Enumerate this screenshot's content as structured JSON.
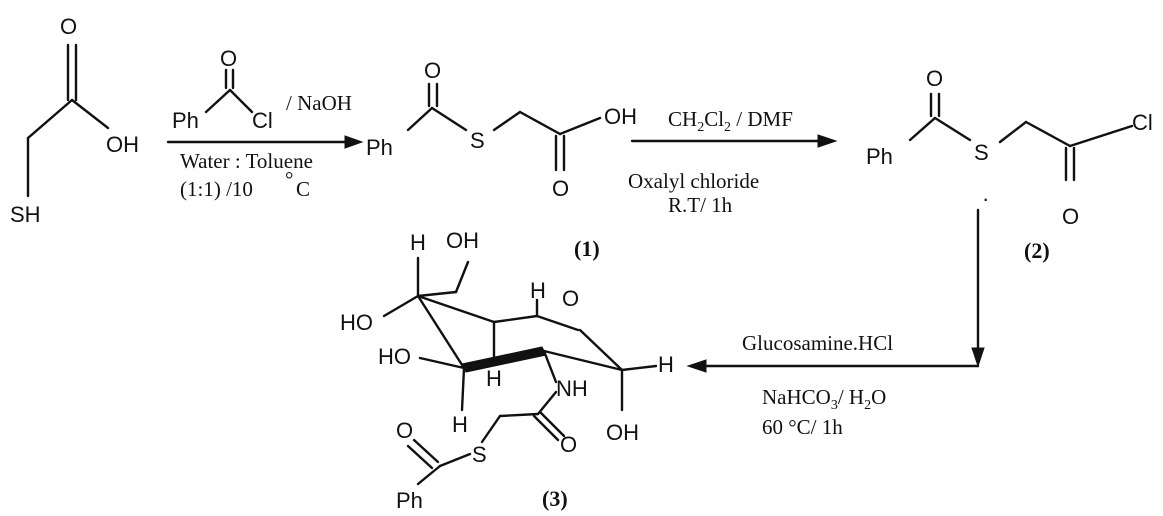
{
  "molecules": {
    "start": {
      "o": "O",
      "oh": "OH",
      "sh": "SH"
    },
    "reagent_benzoyl": {
      "ph": "Ph",
      "o": "O",
      "cl": "Cl"
    },
    "p1": {
      "o_top": "O",
      "ph": "Ph",
      "s": "S",
      "oh": "OH",
      "o_bot": "O",
      "label": "(1)"
    },
    "p2": {
      "o_top": "O",
      "ph": "Ph",
      "s": "S",
      "cl": "Cl",
      "o_bot": "O",
      "label": "(2)",
      "dot": "·"
    },
    "p3": {
      "h_top": "H",
      "oh_top": "OH",
      "h_ring": "H",
      "o_ring": "O",
      "ho_1": "HO",
      "ho_2": "HO",
      "h_mid": "H",
      "nh": "NH",
      "h_anom": "H",
      "h_low": "H",
      "oh_anom": "OH",
      "o_amide": "O",
      "s": "S",
      "o_benz": "O",
      "ph": "Ph",
      "label": "(3)"
    }
  },
  "steps": {
    "step1": {
      "naoh": "/ NaOH",
      "solvent": "Water : Toluene",
      "cond": "(1:1) /10",
      "deg": "°",
      "unit": "C"
    },
    "step2": {
      "above": "CH2Cl2 / DMF",
      "reagent": "Oxalyl chloride",
      "time": "R.T/ 1h"
    },
    "step3": {
      "reagent": "Glucosamine.HCl",
      "base": "NaHCO3/ H2O",
      "cond": "60 °C/ 1h"
    }
  }
}
